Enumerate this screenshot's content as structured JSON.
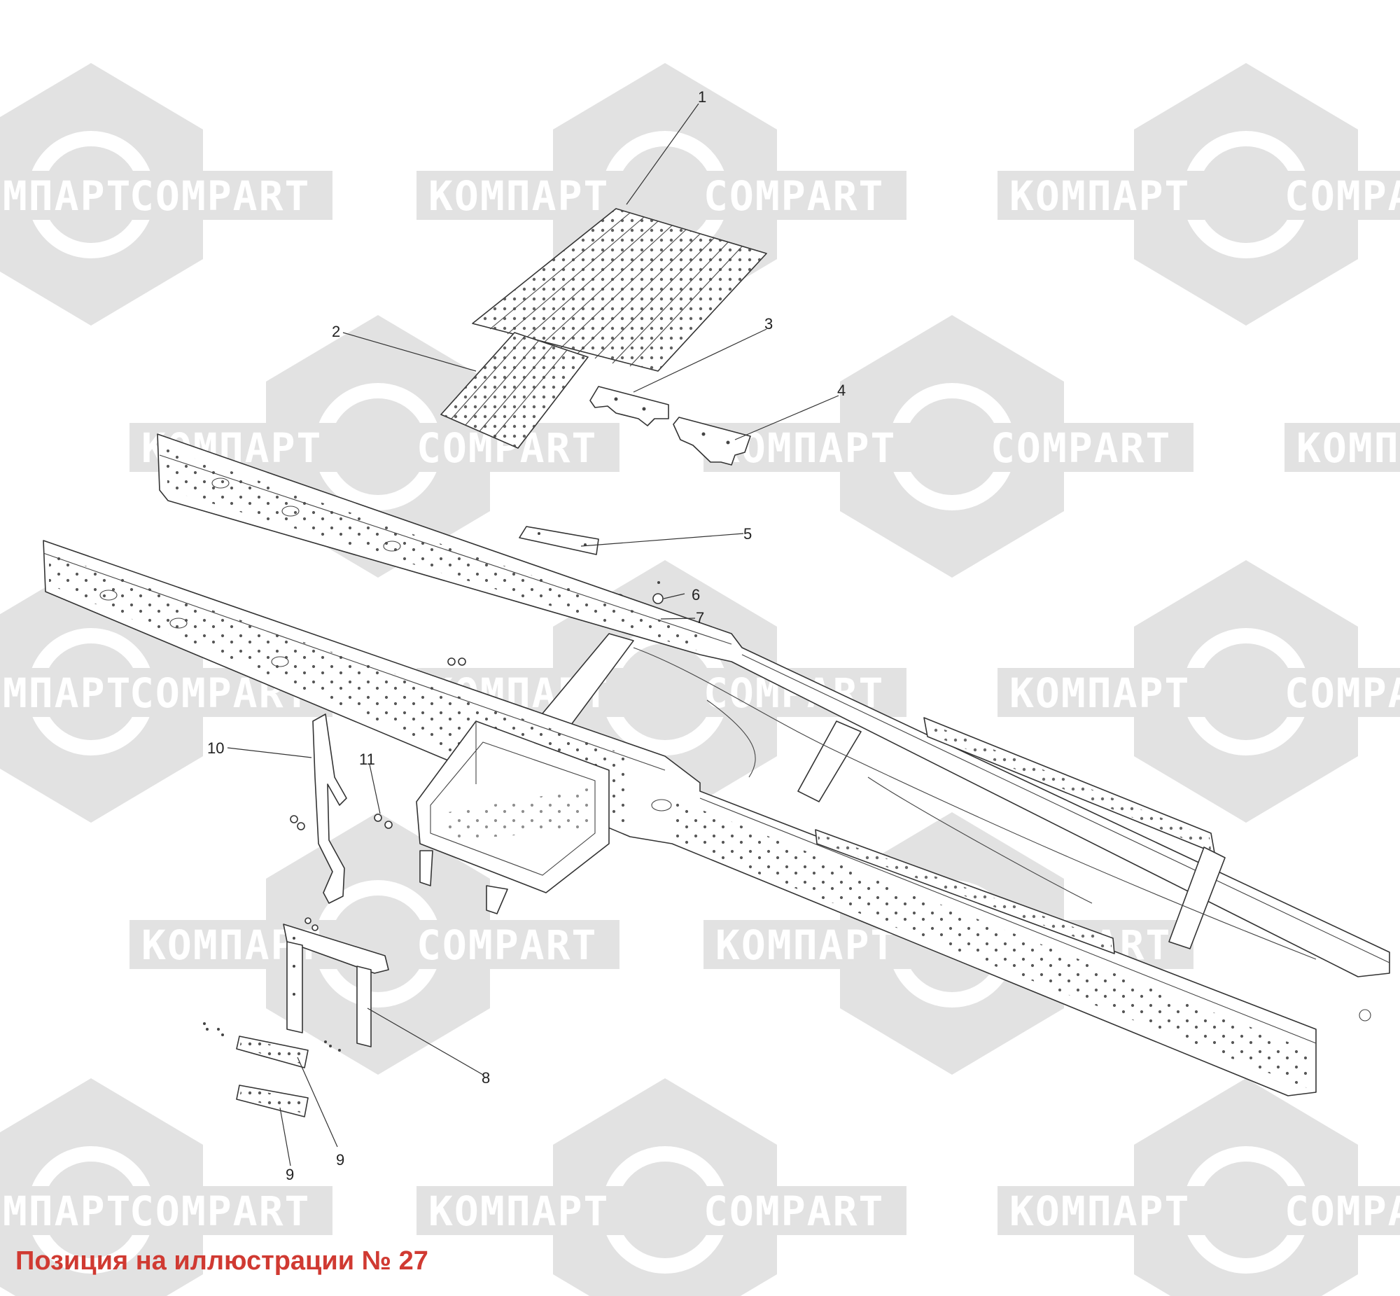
{
  "watermark": {
    "brand_latin": "COMPART",
    "brand_cyrillic": "КОМПАРТ",
    "color": "#e2e2e2"
  },
  "callouts": [
    "1",
    "2",
    "3",
    "4",
    "5",
    "6",
    "7",
    "8",
    "9",
    "9",
    "9",
    "10",
    "11"
  ],
  "caption": {
    "text": "Позиция на иллюстрации № 27",
    "color": "#d03a32"
  }
}
